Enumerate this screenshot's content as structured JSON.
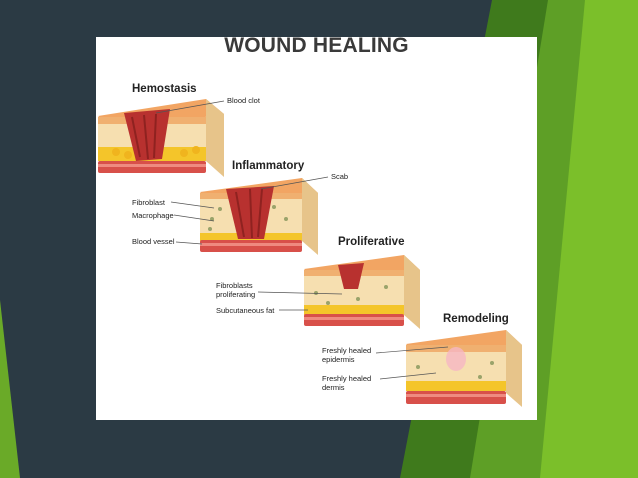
{
  "title": "WOUND HEALING",
  "stages": {
    "hemostasis": {
      "name": "Hemostasis",
      "labels": {
        "blood_clot": "Blood clot"
      }
    },
    "inflammatory": {
      "name": "Inflammatory",
      "labels": {
        "scab": "Scab",
        "fibroblast": "Fibroblast",
        "macrophage": "Macrophage",
        "blood_vessel": "Blood vessel"
      }
    },
    "proliferative": {
      "name": "Proliferative",
      "labels": {
        "fibroblasts_line1": "Fibroblasts",
        "fibroblasts_line2": "proliferating",
        "subcutaneous_fat": "Subcutaneous fat"
      }
    },
    "remodeling": {
      "name": "Remodeling",
      "labels": {
        "epidermis_line1": "Freshly healed",
        "epidermis_line2": "epidermis",
        "dermis_line1": "Freshly healed",
        "dermis_line2": "dermis"
      }
    }
  },
  "colors": {
    "background": "#2b3a44",
    "accent_green": "#7bbf2a",
    "dark_green": "#3f7a1c",
    "skin_top": "#f2a563",
    "skin_dermis": "#f6dfb0",
    "fat": "#f4c52a",
    "vessel": "#d8504a",
    "clot": "#b8312f"
  }
}
